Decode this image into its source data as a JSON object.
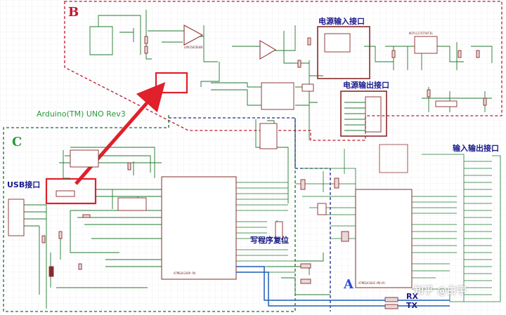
{
  "zones": {
    "a": {
      "label": "A",
      "color": "#2a4bd7"
    },
    "b": {
      "label": "B",
      "color": "#c0182b"
    },
    "c": {
      "label": "C",
      "color": "#2a9a3a"
    }
  },
  "board_title": "Arduino(TM) UNO Rev3",
  "labels": {
    "power_in": "电源输入接口",
    "power_out": "电源输出接口",
    "io_port": "输入输出接口",
    "usb_port": "USB接口",
    "reset": "写程序复位",
    "rx": "RX",
    "tx": "TX"
  },
  "watermark": "知乎 @白宇",
  "colors": {
    "wire": "#1f7a2e",
    "part": "#8a2a2a",
    "grid": "#e6e6ee",
    "highlight": "#e0202a",
    "blue_wire": "#1d5fb8"
  },
  "chip_names": {
    "main_mcu": "ATMEGA328P-PU",
    "usb_mcu": "ATMEGA16U2-MU(R)",
    "regulator": "NCP1117ST50T3G",
    "opamp": "LMV358IDGKR"
  }
}
